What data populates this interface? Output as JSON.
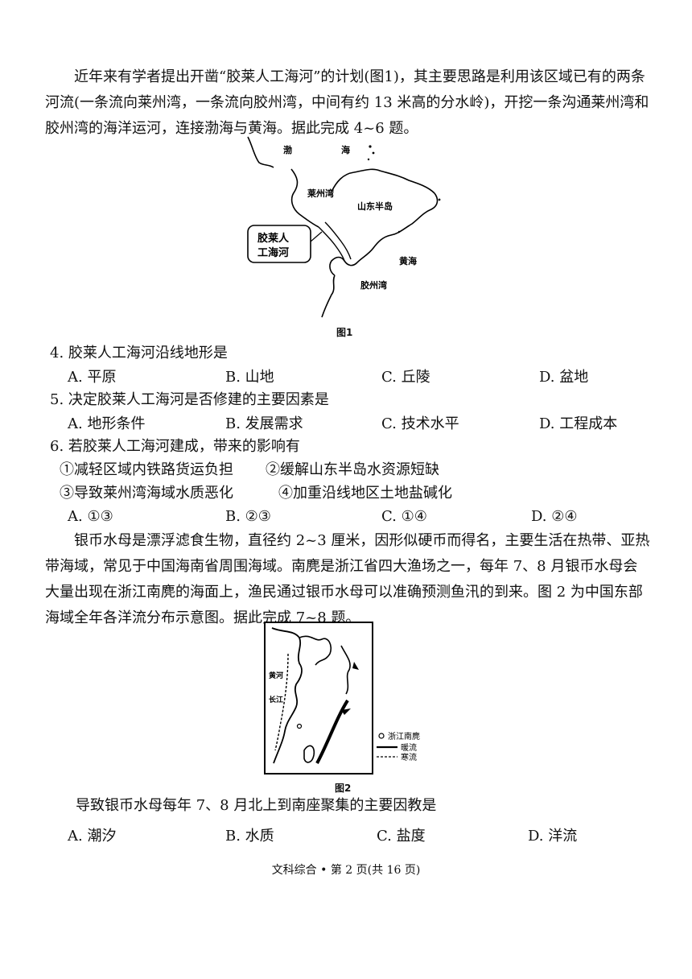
{
  "passage1": "近年来有学者提出开凿“胶莱人工海河”的计划(图1)，其主要思路是利用该区域已有的两条河流(一条流向莱州湾，一条流向胶州湾，中间有约 13 米高的分水岭)，开挖一条沟通莱州湾和胶州湾的海洋运河，连接渤海与黄海。据此完成 4~6 题。",
  "figure1": {
    "labels": {
      "bohai_1": "渤",
      "bohai_2": "海",
      "laizhou": "莱州湾",
      "shandong": "山东半岛",
      "canal_1": "胶莱人",
      "canal_2": "工海河",
      "huanghai": "黄海",
      "jiaozhou": "胶州湾"
    },
    "caption": "图1"
  },
  "q4": {
    "stem": "4. 胶莱人工海河沿线地形是",
    "options": [
      "A. 平原",
      "B. 山地",
      "C. 丘陵",
      "D. 盆地"
    ]
  },
  "q5": {
    "stem": "5. 决定胶莱人工海河是否修建的主要因素是",
    "options": [
      "A. 地形条件",
      "B. 发展需求",
      "C. 技术水平",
      "D. 工程成本"
    ]
  },
  "q6": {
    "stem": "6. 若胶莱人工海河建成，带来的影响有",
    "statements": [
      "①减轻区域内铁路货运负担",
      "②缓解山东半岛水资源短缺",
      "③导致莱州湾海域水质恶化",
      "④加重沿线地区土地盐碱化"
    ],
    "options": [
      "A. ①③",
      "B. ②③",
      "C. ①④",
      "D. ②④"
    ]
  },
  "passage2": "银币水母是漂浮滤食生物，直径约 2~3 厘米，因形似硬币而得名，主要生活在热带、亚热带海域，常见于中国海南省周围海域。南麂是浙江省四大渔场之一，每年 7、8 月银币水母会大量出现在浙江南麂的海面上，渔民通过银币水母可以准确预测鱼汛的到来。图 2 为中国东部海域全年各洋流分布示意图。据此完成 7~8 题。",
  "figure2": {
    "map_labels": {
      "huanghe": "黄河",
      "changjiang": "长江"
    },
    "legend": {
      "nanji": "浙江南麂",
      "warm": "暖流",
      "cold": "寒流"
    },
    "caption": "图2"
  },
  "q7": {
    "stem": "导致银币水母每年 7、8 月北上到南座聚集的主要因教是",
    "options": [
      "A. 潮汐",
      "B. 水质",
      "C. 盐度",
      "D. 洋流"
    ]
  },
  "footer": "文科综合 • 第 2 页(共 16 页)"
}
